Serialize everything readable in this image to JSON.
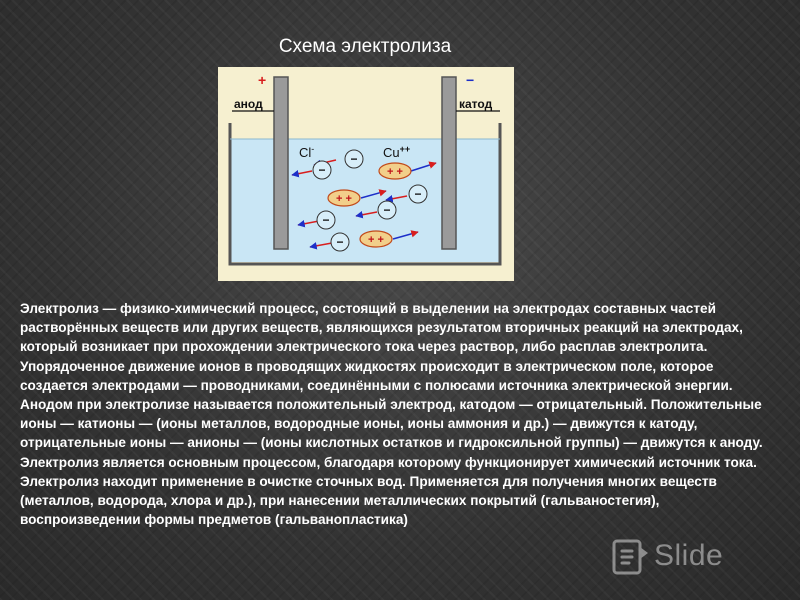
{
  "slide": {
    "title": "Схема электролиза",
    "diagram": {
      "anode_sign": "+",
      "cathode_sign": "−",
      "anode_label": "анод",
      "cathode_label": "катод",
      "anion_label": "Cl",
      "anion_charge": "-",
      "cation_label": "Cu",
      "cation_charge": "++",
      "anion_symbol": "−",
      "cation_symbol": "+ +"
    },
    "paragraphs": [
      "Электролиз — физико-химический процесс, состоящий в выделении на электродах составных частей растворённых веществ или других веществ, являющихся результатом вторичных реакций на электродах, который возникает при прохождении электрического тока через раствор, либо расплав электролита.",
      "Упорядоченное движение ионов в проводящих жидкостях происходит в электрическом поле, которое создается электродами — проводниками, соединёнными с полюсами источника электрической энергии. Анодом при электролизе называется положительный электрод, катодом — отрицательный. Положительные ионы — катионы — (ионы металлов, водородные ионы, ионы аммония и др.) — движутся к катоду, отрицательные ионы — анионы — (ионы кислотных остатков и гидроксильной группы) — движутся к аноду. Электролиз является основным процессом, благодаря которому функционирует химический источник тока.",
      "Электролиз находит применение в очистке сточных вод. Применяется для получения многих веществ (металлов, водорода, хлора и др.), при нанесении металлических покрытий (гальваностегия), воспроизведении формы предметов (гальванопластика)"
    ]
  },
  "watermark": {
    "text": "Slide",
    "icon": "slide-logo-icon"
  },
  "colors": {
    "background": "#3a3a3a",
    "diagram_background": "#f6f0d0",
    "electrolyte": "#c9e6f5",
    "anion_fill": "#d7eef9",
    "cation_fill": "#f2cf8a",
    "arrow_red": "#d81e1e",
    "arrow_blue": "#1c2fc9"
  }
}
